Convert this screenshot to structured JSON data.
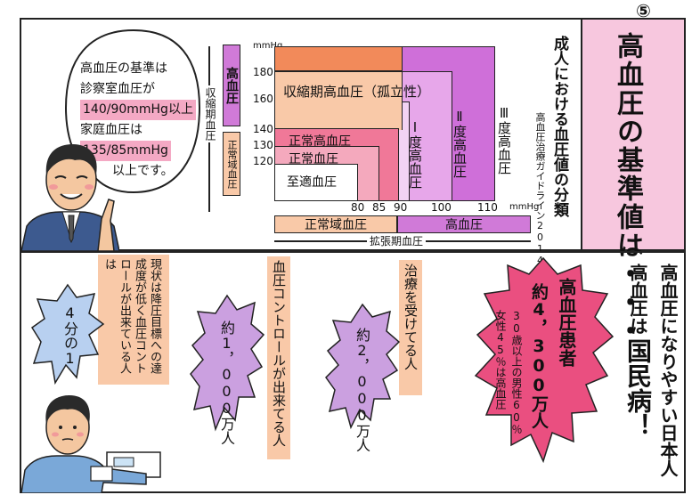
{
  "page": {
    "number": "⑤"
  },
  "title": {
    "text": "高血圧の基準値は・・・"
  },
  "speech": {
    "line1": "高血圧の基準は",
    "line2": "診察室血圧が",
    "line3": "140/90mmHg以上",
    "line4": "家庭血圧は",
    "line5": "135/85mmHg",
    "line6": "以上です。"
  },
  "chart": {
    "heading": "成人における血圧値の分類",
    "source": "高血圧治療ガイドライン2014",
    "y_unit": "mmHg",
    "x_unit": "mmHg",
    "y_label": "収縮期血圧",
    "x_label": "拡張期血圧",
    "y_ticks": [
      "180",
      "160",
      "140",
      "130",
      "120"
    ],
    "x_ticks": [
      "80",
      "85",
      "90",
      "100",
      "110"
    ],
    "y_band_high": "高血圧",
    "y_band_normal": "正常域血圧",
    "x_band_normal": "正常域血圧",
    "x_band_high": "高血圧",
    "categories": {
      "isolated": "収縮期高血圧（孤立性）",
      "grade1": "Ⅰ度高血圧",
      "grade2": "Ⅱ度高血圧",
      "grade3": "Ⅲ度高血圧",
      "high_normal": "正常高血圧",
      "normal": "正常血圧",
      "optimal": "至適血圧"
    },
    "colors": {
      "isolated": "#f9c9a8",
      "grade1": "#f2d3f4",
      "grade2": "#e7a7ea",
      "grade3": "#cf6fd9",
      "corner": "#f28a5a",
      "high_normal": "#f07898",
      "normal": "#f4a9bd",
      "optimal": "#ffffff"
    }
  },
  "lower": {
    "heading": "高血圧になりやすい日本人",
    "heading2_a": "高血圧は",
    "heading2_b": "国民病！",
    "patients": {
      "title": "高血圧患者",
      "count": "約4，300万人",
      "note1": "30歳以上の男性60％",
      "note2": "女性45％は高血圧"
    },
    "treated": {
      "label": "治療を受けてる人",
      "count": "約2，000万人"
    },
    "controlled": {
      "label": "血圧コントロールが出来てる人",
      "count": "約1，000万人"
    },
    "status": {
      "text": "現状は降圧目標への達成度が低く血圧コントロールが出来ている人は",
      "fraction": "4分の1"
    }
  }
}
